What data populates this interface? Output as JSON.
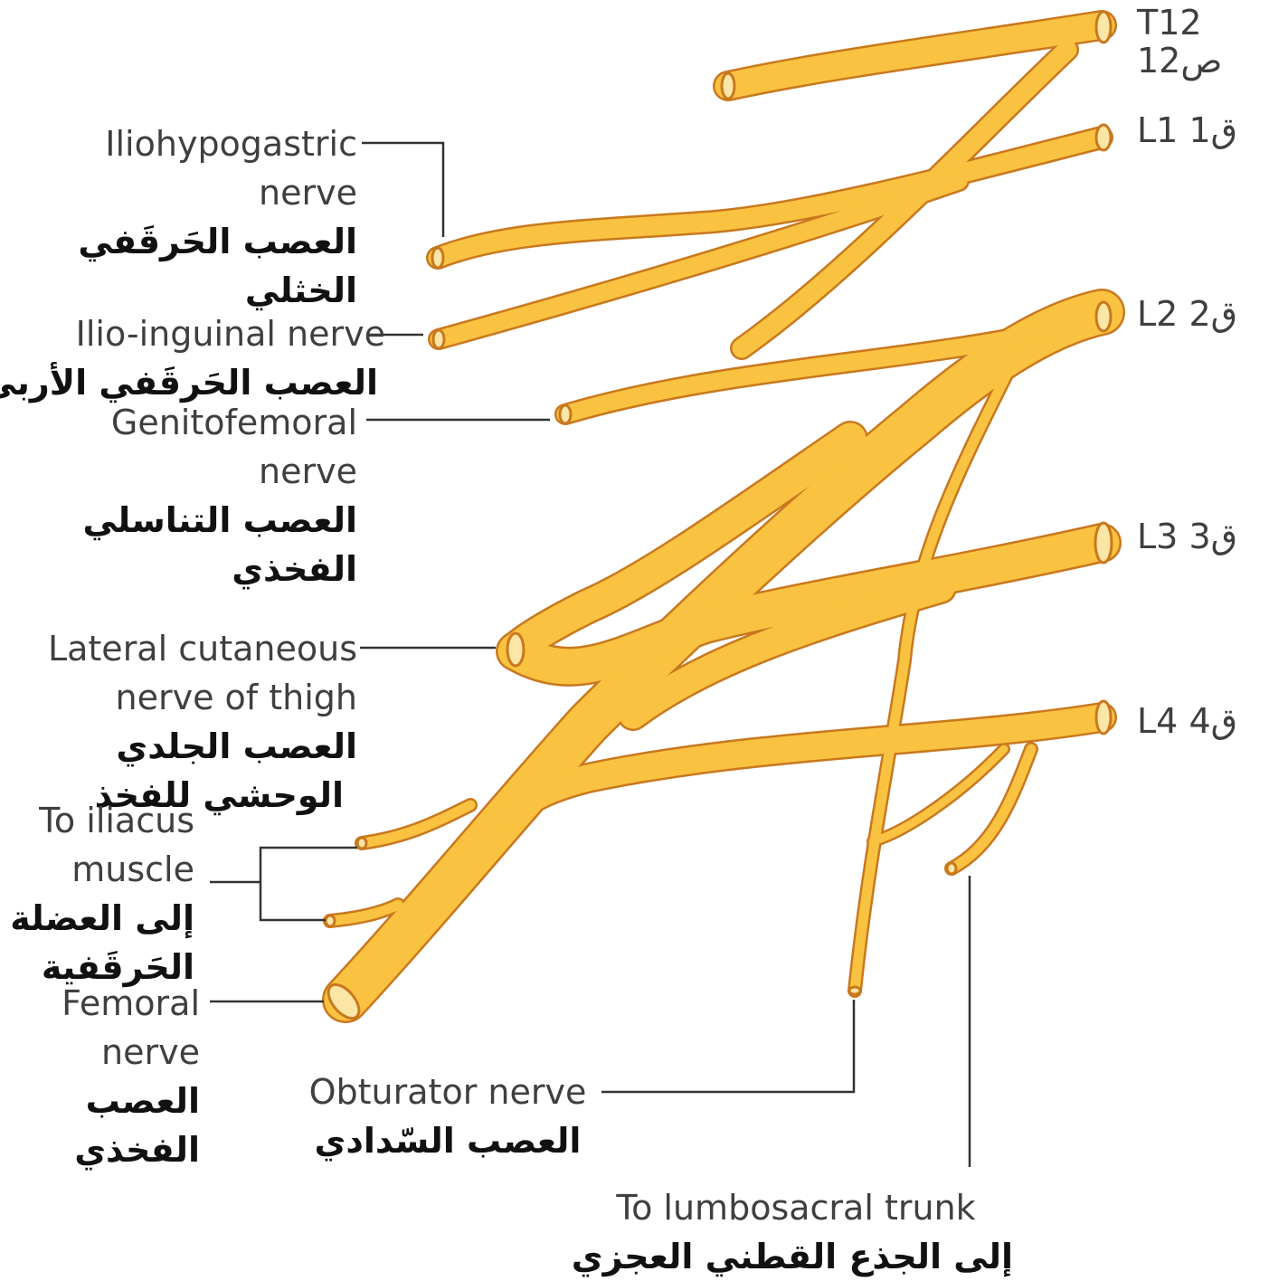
{
  "colors": {
    "nerve_fill": "#F9C341",
    "nerve_outline": "#C9781E",
    "nerve_end": "#FBE6A6",
    "leader_line": "#333333",
    "text": "#3f3f3f"
  },
  "roots": [
    {
      "key": "t12",
      "en": "T12",
      "ar": "ص12"
    },
    {
      "key": "l1",
      "en": "L1",
      "ar": "ق1"
    },
    {
      "key": "l2",
      "en": "L2",
      "ar": "ق2"
    },
    {
      "key": "l3",
      "en": "L3",
      "ar": "ق3"
    },
    {
      "key": "l4",
      "en": "L4",
      "ar": "ق4"
    }
  ],
  "labels": {
    "iliohypogastric": {
      "en1": "Iliohypogastric",
      "en2": "nerve",
      "ar1": "العصب الحَرقَفي",
      "ar2": "الخثلي"
    },
    "ilioinguinal": {
      "en1": "Ilio-inguinal nerve",
      "ar1": "العصب الحَرقَفي الأربي"
    },
    "genitofemoral": {
      "en1": "Genitofemoral",
      "en2": "nerve",
      "ar1": "العصب التناسلي",
      "ar2": "الفخذي"
    },
    "lateral_cutaneous": {
      "en1": "Lateral cutaneous",
      "en2": "nerve of thigh",
      "ar1": "العصب الجلدي",
      "ar2": "الوحشي للفخذ"
    },
    "iliacus": {
      "en1": "To iliacus",
      "en2": "muscle",
      "ar1": "إلى العضلة",
      "ar2": "الحَرقَفية"
    },
    "femoral": {
      "en1": "Femoral",
      "en2": "nerve",
      "ar1": "العصب",
      "ar2": "الفخذي"
    },
    "obturator": {
      "en1": "Obturator nerve",
      "ar1": "العصب السّدادي"
    },
    "lumbosacral": {
      "en1": "To lumbosacral trunk",
      "ar1": "إلى الجذع القطني العجزي"
    }
  }
}
